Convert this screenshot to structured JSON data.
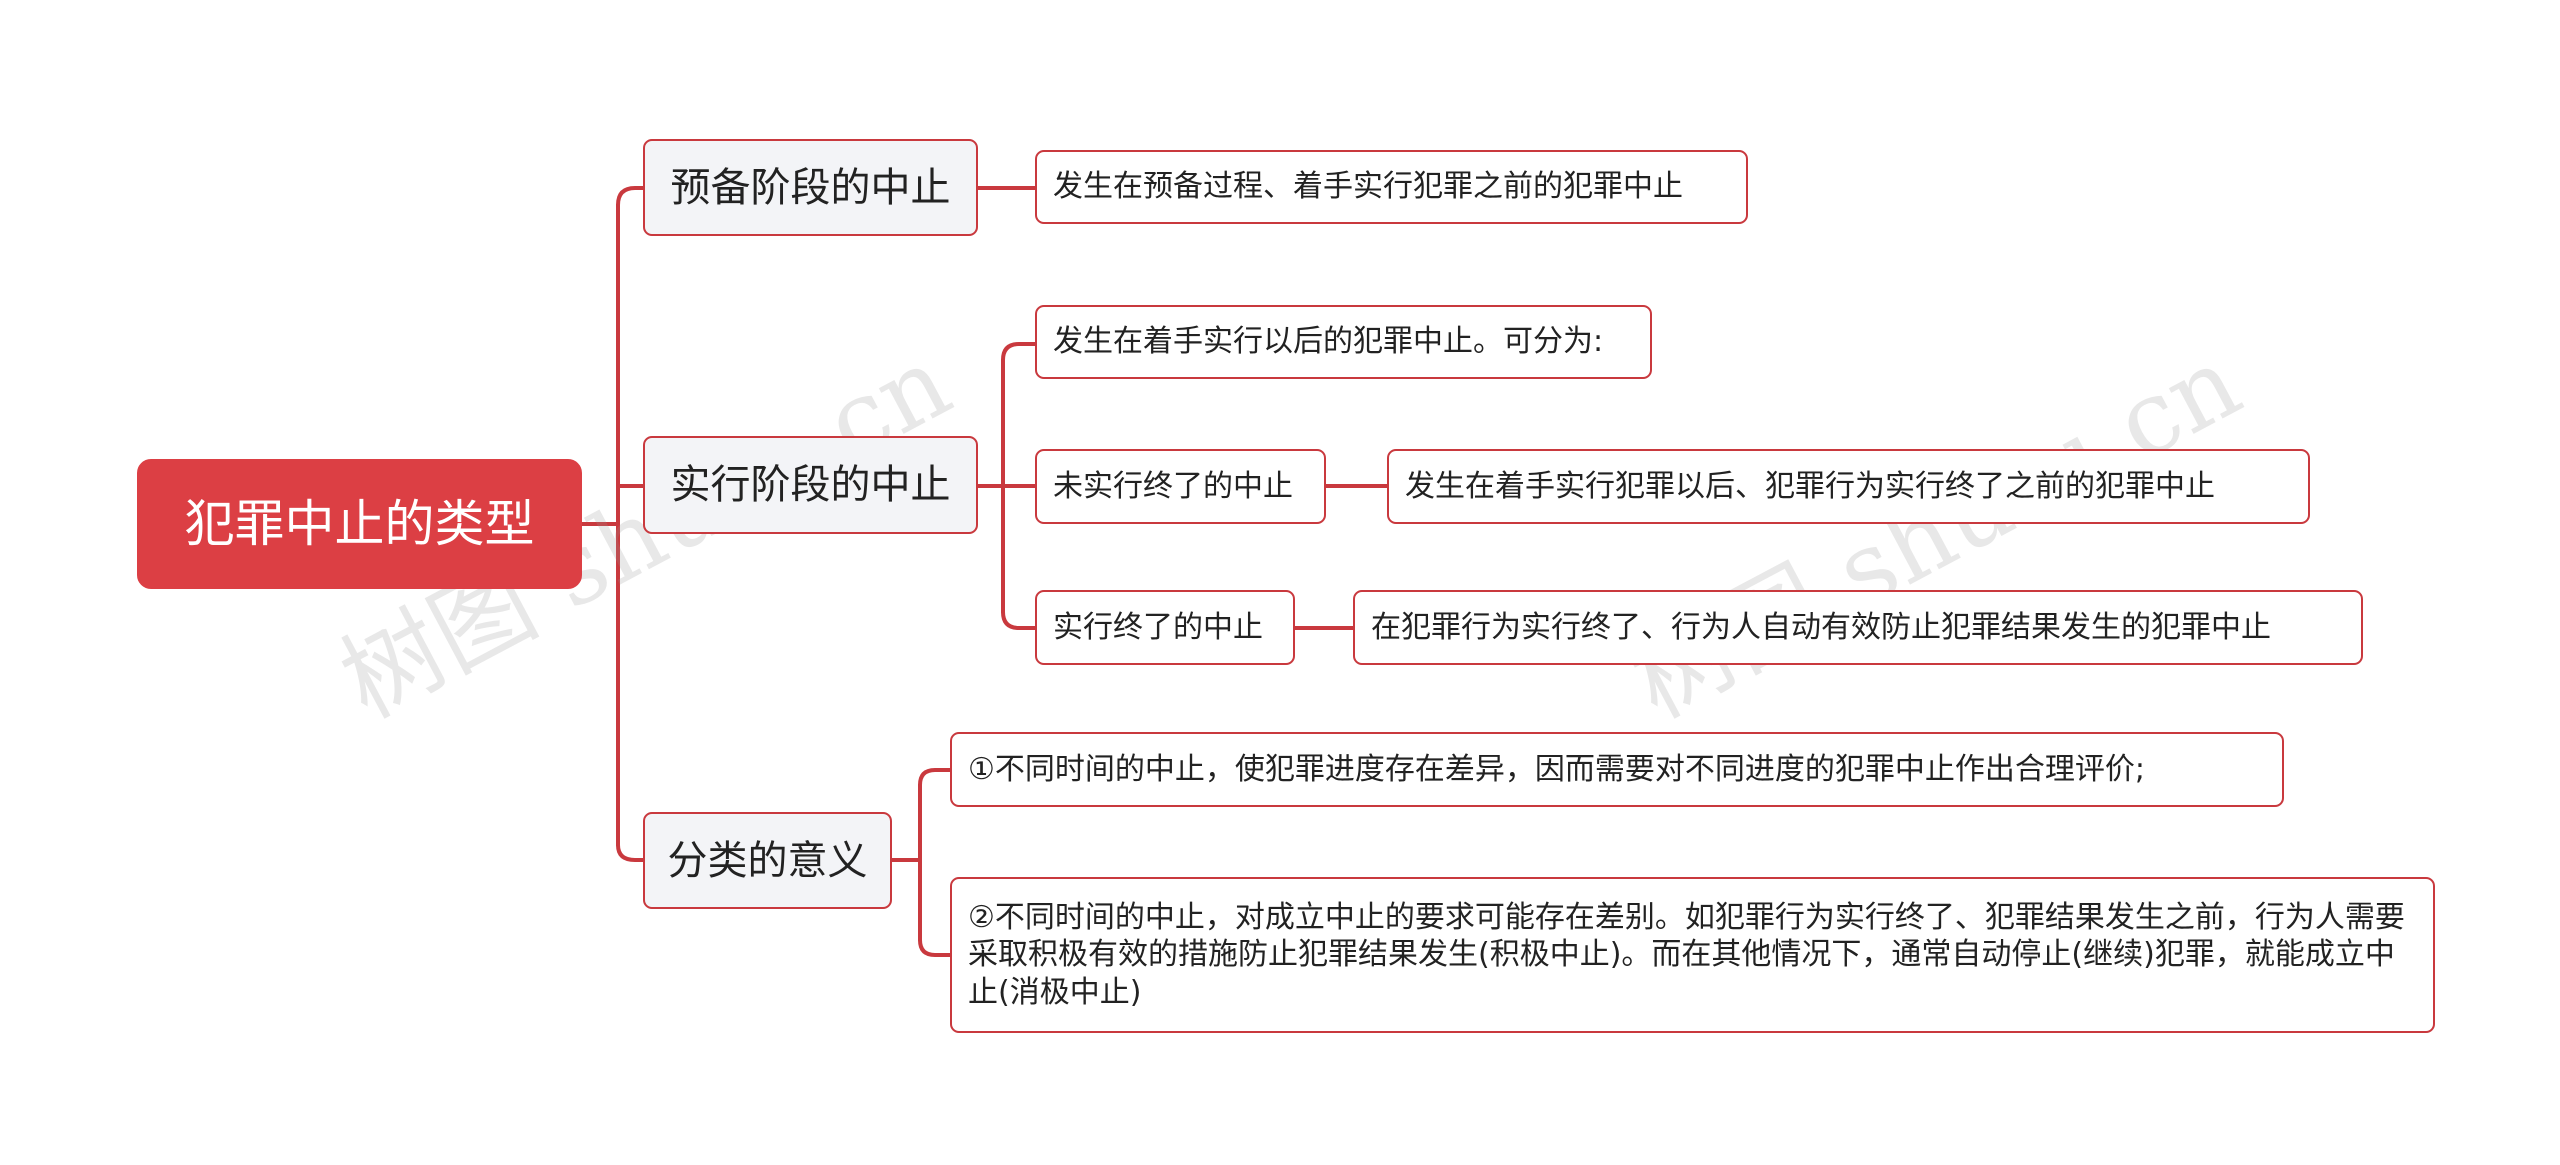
{
  "watermark": "树图 shutu.cn",
  "root": {
    "label": "犯罪中止的类型"
  },
  "branches": [
    {
      "label": "预备阶段的中止",
      "children": [
        {
          "label": "发生在预备过程、着手实行犯罪之前的犯罪中止"
        }
      ]
    },
    {
      "label": "实行阶段的中止",
      "children": [
        {
          "label": "发生在着手实行以后的犯罪中止。可分为:"
        },
        {
          "label": "未实行终了的中止",
          "detail": "发生在着手实行犯罪以后、犯罪行为实行终了之前的犯罪中止"
        },
        {
          "label": "实行终了的中止",
          "detail": "在犯罪行为实行终了、行为人自动有效防止犯罪结果发生的犯罪中止"
        }
      ]
    },
    {
      "label": "分类的意义",
      "children": [
        {
          "label": "①不同时间的中止，使犯罪进度存在差异，因而需要对不同进度的犯罪中止作出合理评价;"
        },
        {
          "label": "②不同时间的中止，对成立中止的要求可能存在差别。如犯罪行为实行终了、犯罪结果发生之前，行为人需要采取积极有效的措施防止犯罪结果发生(积极中止)。而在其他情况下，通常自动停止(继续)犯罪，就能成立中止(消极中止)"
        }
      ]
    }
  ],
  "colors": {
    "accent": "#dc3f44",
    "line": "#c9393e",
    "branch_fill": "#f3f4f7"
  }
}
